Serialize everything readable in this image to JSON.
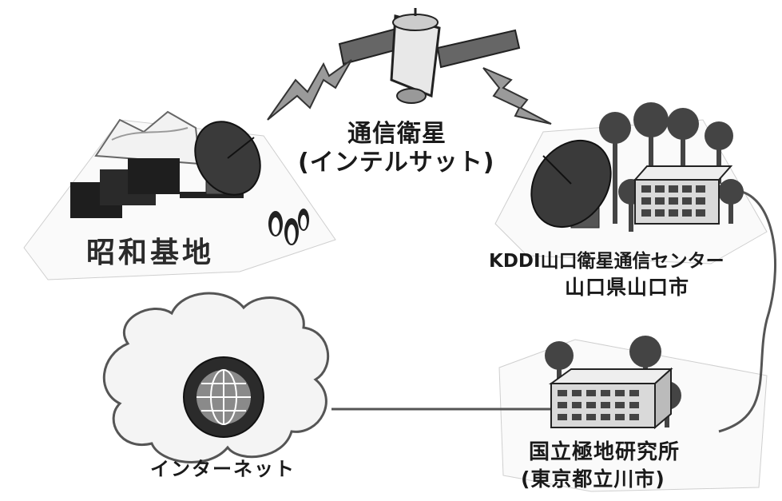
{
  "satellite": {
    "label_line1": "通信衛星",
    "label_line2": "(インテルサット)"
  },
  "showa": {
    "label": "昭和基地"
  },
  "kddi": {
    "label_line1": "KDDI山口衛星通信センター",
    "label_line2": "山口県山口市"
  },
  "internet": {
    "label": "インターネット"
  },
  "nipr": {
    "label_line1": "国立極地研究所",
    "label_line2": "(東京都立川市)"
  },
  "colors": {
    "ink": "#1a1a1a",
    "dish": "#3a3a3a",
    "cloud_edge": "#555555",
    "building": "#d9d9d9",
    "tree": "#444444"
  }
}
